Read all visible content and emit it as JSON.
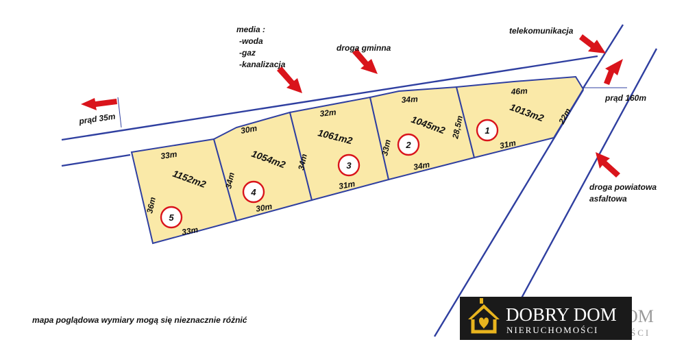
{
  "labels": {
    "media_title": "media :",
    "media_water": "-woda",
    "media_gas": "-gaz",
    "media_sewer": "-kanalizacja",
    "municipal_road": "droga gminna",
    "telecom": "telekomunikacja",
    "power_left": "prąd 35m",
    "power_right": "prąd 160m",
    "county_road_line1": "droga powiatowa",
    "county_road_line2": "asfaltowa",
    "disclaimer": "mapa poglądowa wymiary mogą się nieznacznie różnić"
  },
  "plots": [
    {
      "number": "1",
      "area": "1013m2",
      "top": "46m",
      "bottom": "31m",
      "left": "28,5m",
      "right": "22m"
    },
    {
      "number": "2",
      "area": "1045m2",
      "top": "34m",
      "bottom": "34m",
      "left": "33m"
    },
    {
      "number": "3",
      "area": "1061m2",
      "top": "32m",
      "bottom": "31m",
      "left": "34m"
    },
    {
      "number": "4",
      "area": "1054m2",
      "top": "30m",
      "bottom": "30m",
      "left": "34m"
    },
    {
      "number": "5",
      "area": "1152m2",
      "top": "33m",
      "bottom": "33m",
      "left": "36m"
    }
  ],
  "logo": {
    "brand": "DOBRY DOM",
    "sub": "NIERUCHOMOŚCI",
    "ghost_brand": "OM",
    "ghost_sub": "ŚCI"
  },
  "colors": {
    "plot_fill": "#fae9a8",
    "line": "#2f3fa0",
    "arrow": "#d9141b",
    "logo_bg": "#1a1a1a",
    "logo_gold": "#e8b41e"
  }
}
